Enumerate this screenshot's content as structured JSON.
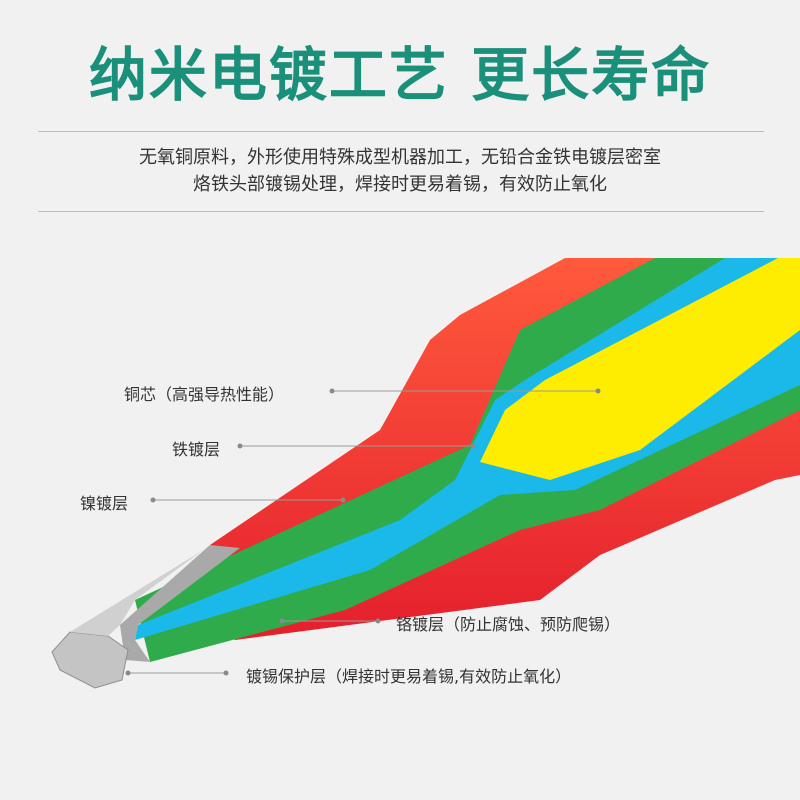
{
  "headline": "纳米电镀工艺  更长寿命",
  "description": {
    "line1": "无氧铜原料，外形使用特殊成型机器加工，无铅合金铁电镀层密室",
    "line2": "烙铁头部镀锡处理，焊接时更易着锡，有效防止氧化"
  },
  "callouts": {
    "copper_core": "铜芯（高强导热性能）",
    "iron_plating": "铁镀层",
    "nickel_plating": "镍镀层",
    "chrome_plating": "铬镀层（防止腐蚀、预防爬锡）",
    "tin_plating": "镀锡保护层（焊接时更易着锡,有效防止氧化）"
  },
  "colors": {
    "headline": "#1a8f7a",
    "chrome_layer": "#e8262d",
    "nickel_layer": "#2da84a",
    "iron_layer": "#18b8e8",
    "copper_core": "#ffee00",
    "tin_tip": "#b8b8b8"
  }
}
